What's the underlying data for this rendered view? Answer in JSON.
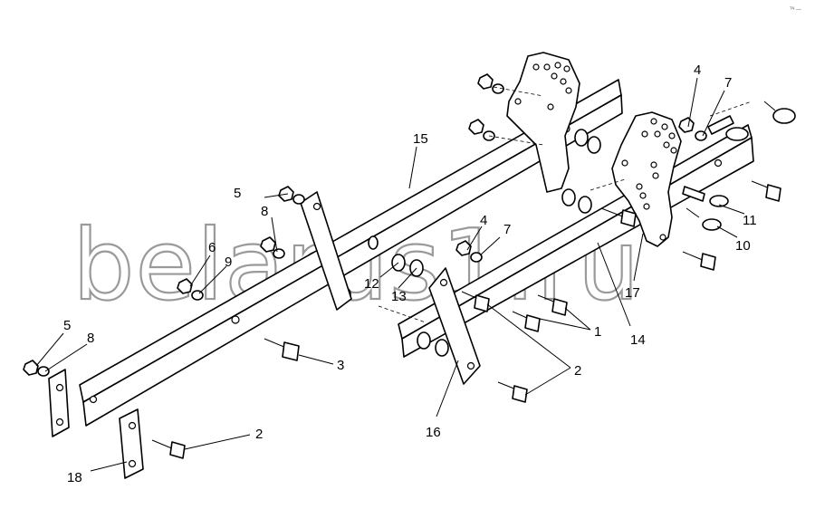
{
  "watermark": "belarus1.ru",
  "corner_mark": "ᵀᴺ —",
  "callouts": [
    {
      "id": "c1",
      "text": "1"
    },
    {
      "id": "c2a",
      "text": "2"
    },
    {
      "id": "c2b",
      "text": "2"
    },
    {
      "id": "c3",
      "text": "3"
    },
    {
      "id": "c4a",
      "text": "4"
    },
    {
      "id": "c4b",
      "text": "4"
    },
    {
      "id": "c5a",
      "text": "5"
    },
    {
      "id": "c5b",
      "text": "5"
    },
    {
      "id": "c6",
      "text": "6"
    },
    {
      "id": "c7a",
      "text": "7"
    },
    {
      "id": "c7b",
      "text": "7"
    },
    {
      "id": "c8a",
      "text": "8"
    },
    {
      "id": "c8b",
      "text": "8"
    },
    {
      "id": "c9",
      "text": "9"
    },
    {
      "id": "c10",
      "text": "10"
    },
    {
      "id": "c11",
      "text": "11"
    },
    {
      "id": "c12",
      "text": "12"
    },
    {
      "id": "c13",
      "text": "13"
    },
    {
      "id": "c14",
      "text": "14"
    },
    {
      "id": "c15",
      "text": "15"
    },
    {
      "id": "c16",
      "text": "16"
    },
    {
      "id": "c17",
      "text": "17"
    },
    {
      "id": "c18",
      "text": "18"
    }
  ]
}
